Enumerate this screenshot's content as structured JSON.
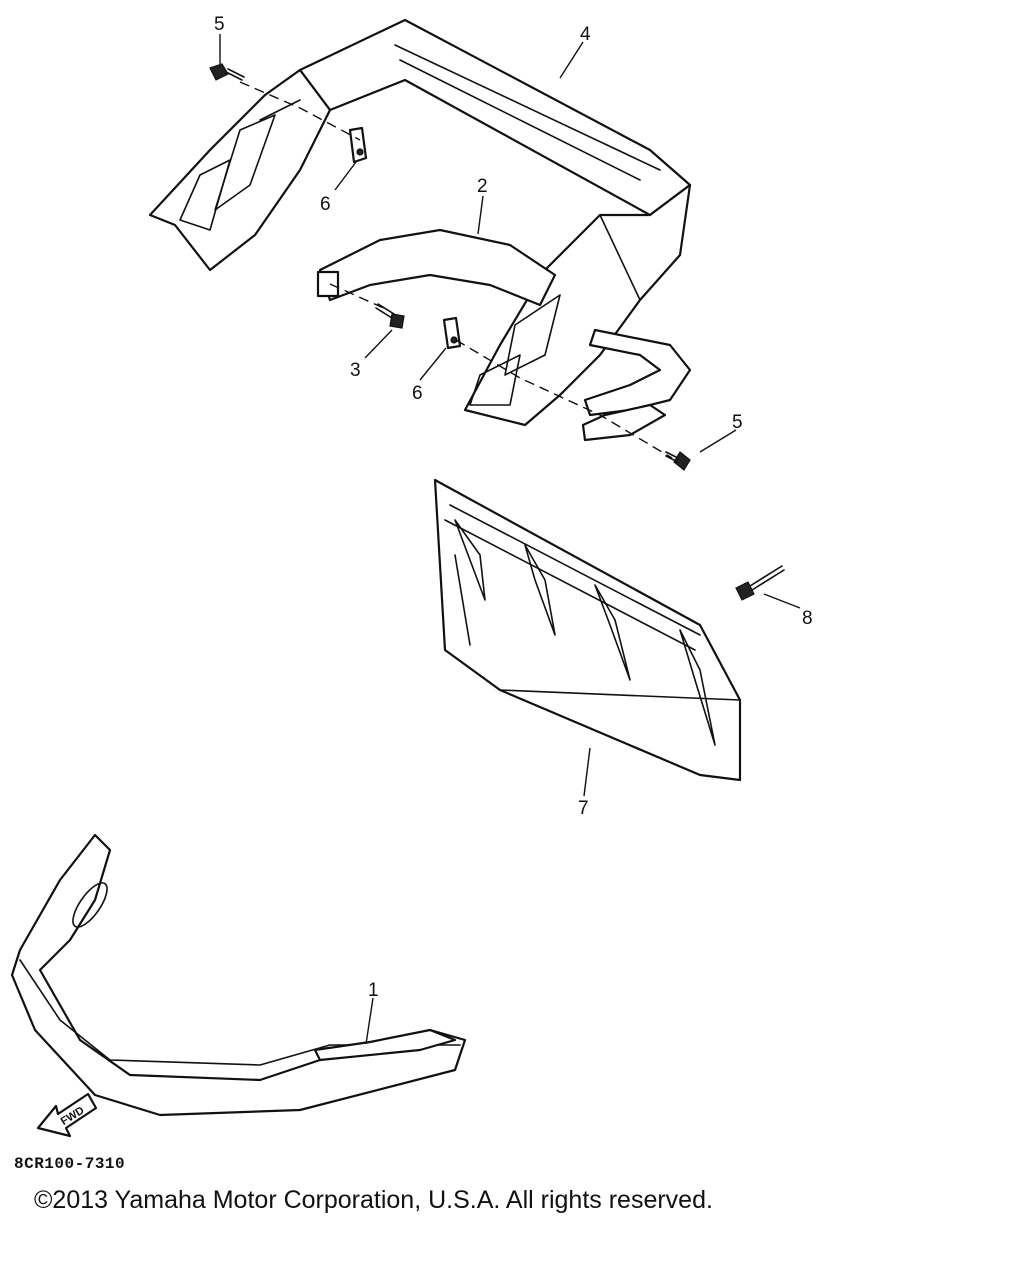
{
  "diagram": {
    "code": "8CR100-7310",
    "copyright": "©2013 Yamaha Motor Corporation, U.S.A. All rights reserved.",
    "fwd_label": "FWD",
    "callouts": {
      "c1": "1",
      "c2": "2",
      "c3": "3",
      "c4": "4",
      "c5a": "5",
      "c5b": "5",
      "c6a": "6",
      "c6b": "6",
      "c7": "7",
      "c8": "8"
    }
  }
}
